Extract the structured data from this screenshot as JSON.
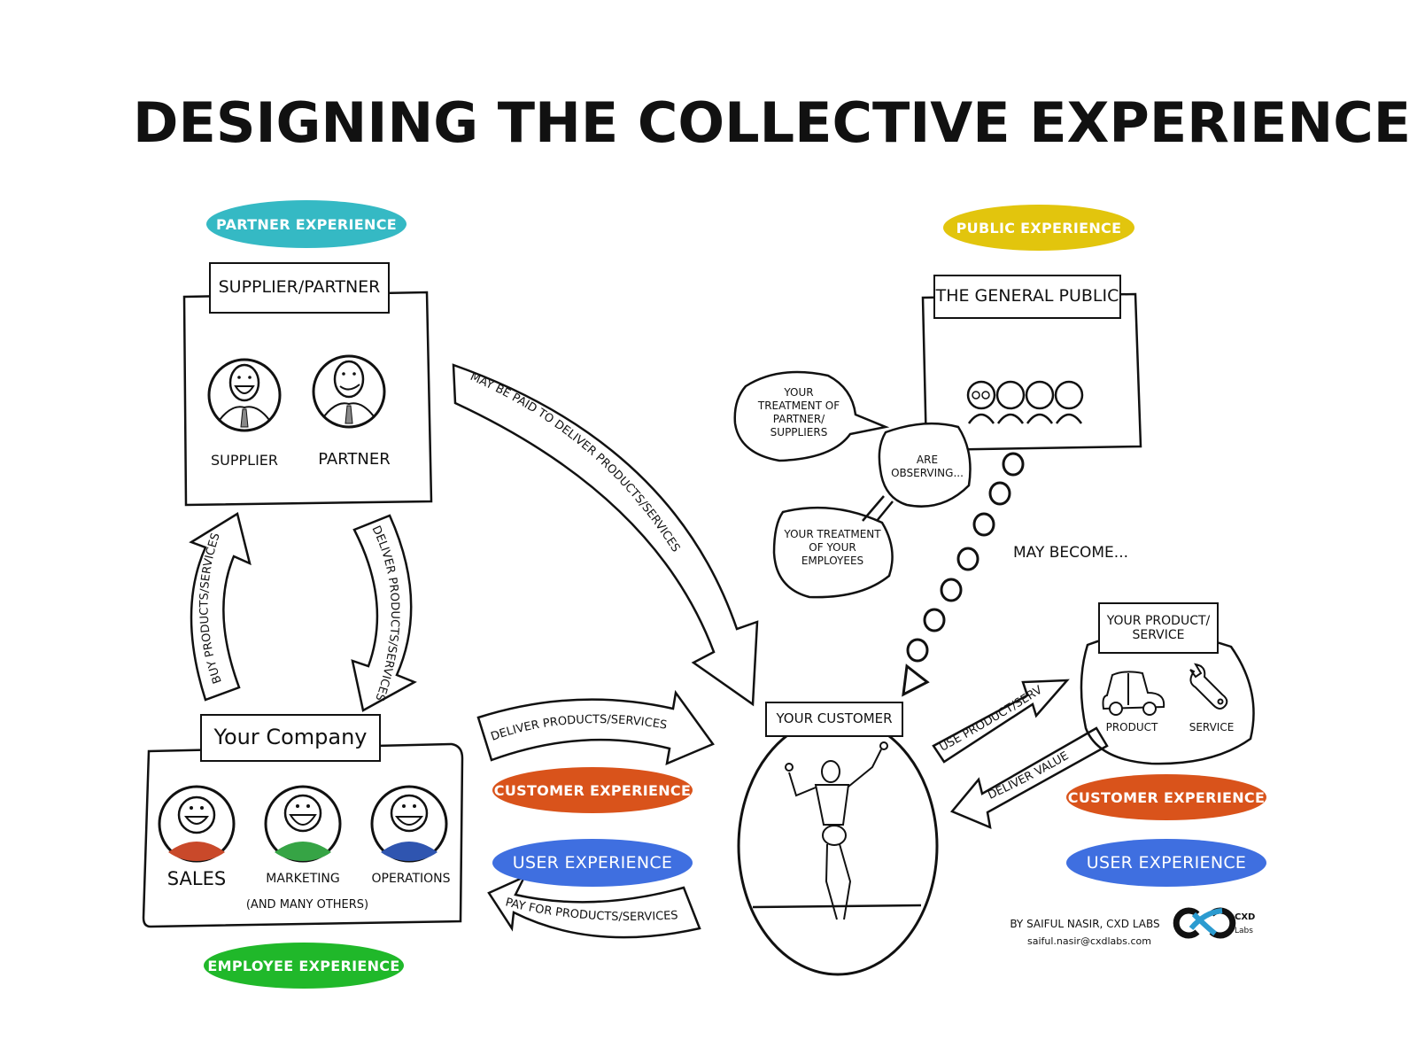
{
  "title": "DESIGNING THE COLLECTIVE EXPERIENCE",
  "colors": {
    "partner": "#35b9c4",
    "public": "#e2c50d",
    "customer": "#d9531b",
    "user": "#3f6fe0",
    "employee": "#20b82a",
    "sales_shirt": "#c9492a",
    "marketing_shirt": "#36a445",
    "operations_shirt": "#2f55b0",
    "logo_blue": "#2b9bd0"
  },
  "pills": {
    "partner_experience": "PARTNER EXPERIENCE",
    "public_experience": "PUBLIC EXPERIENCE",
    "customer_experience_center": "CUSTOMER EXPERIENCE",
    "user_experience_center": "USER EXPERIENCE",
    "customer_experience_right": "CUSTOMER EXPERIENCE",
    "user_experience_right": "USER EXPERIENCE",
    "employee_experience": "EMPLOYEE EXPERIENCE"
  },
  "supplier_partner": {
    "title": "SUPPLIER/PARTNER",
    "people": [
      {
        "label": "SUPPLIER",
        "icon": "smiling-businessman-icon"
      },
      {
        "label": "PARTNER",
        "icon": "businessman-icon"
      }
    ]
  },
  "company": {
    "title": "Your Company",
    "departments": [
      {
        "label": "SALES"
      },
      {
        "label": "MARKETING"
      },
      {
        "label": "OPERATIONS"
      }
    ],
    "note": "(AND MANY OTHERS)"
  },
  "general_public": {
    "title": "THE GENERAL PUBLIC",
    "observing": "ARE OBSERVING...",
    "bubble_partners": "YOUR TREATMENT OF PARTNER/ SUPPLIERS",
    "bubble_employees": "YOUR TREATMENT OF YOUR EMPLOYEES",
    "may_become": "MAY BECOME..."
  },
  "customer": {
    "title": "YOUR CUSTOMER"
  },
  "product_service": {
    "title": "YOUR PRODUCT/ SERVICE",
    "items": [
      {
        "label": "PRODUCT",
        "icon": "car-icon"
      },
      {
        "label": "SERVICE",
        "icon": "wrench-icon"
      }
    ]
  },
  "arrows": {
    "buy": "BUY PRODUCTS/SERVICES",
    "deliver_left": "DELIVER PRODUCTS/SERVICES",
    "paid_deliver": "MAY BE PAID TO DELIVER PRODUCTS/SERVICES",
    "deliver_center": "DELIVER PRODUCTS/SERVICES",
    "pay": "PAY FOR PRODUCTS/SERVICES",
    "use": "USE PRODUCT/SERVICE",
    "value": "DELIVER VALUE"
  },
  "credit": {
    "author": "BY SAIFUL NASIR, CXD LABS",
    "email": "saiful.nasir@cxdlabs.com",
    "logo_text_1": "CXD",
    "logo_text_2": "Labs"
  }
}
